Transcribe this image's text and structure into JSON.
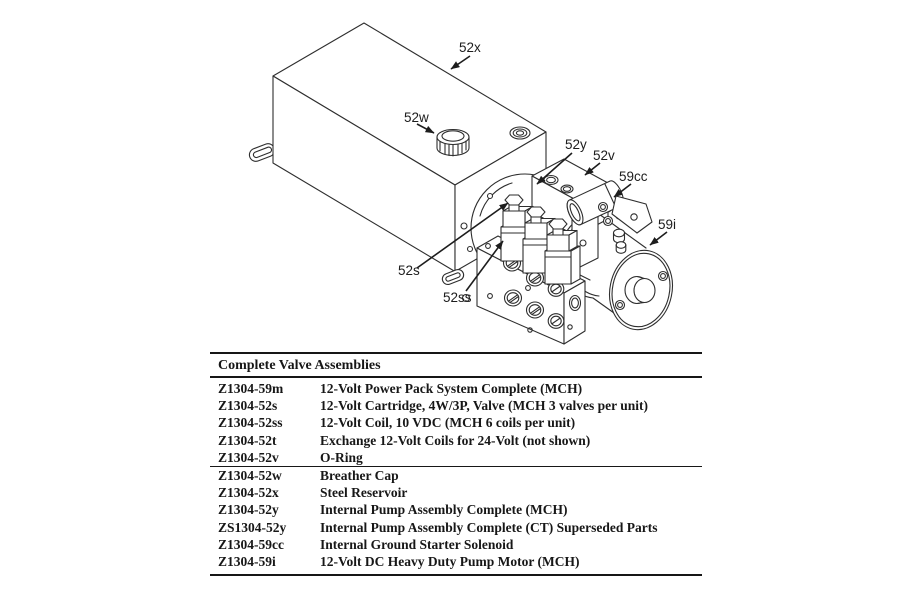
{
  "diagram": {
    "labels": {
      "l52x": "52x",
      "l52w": "52w",
      "l52y": "52y",
      "l52v": "52v",
      "l59cc": "59cc",
      "l59i": "59i",
      "l52s": "52s",
      "l52ss": "52ss"
    }
  },
  "table": {
    "header": "Complete Valve Assemblies",
    "rows": [
      {
        "part": "Z1304-59m",
        "desc": "12-Volt Power Pack System Complete (MCH)"
      },
      {
        "part": "Z1304-52s",
        "desc": "12-Volt Cartridge, 4W/3P, Valve (MCH 3 valves per unit)"
      },
      {
        "part": "Z1304-52ss",
        "desc": "12-Volt Coil, 10 VDC (MCH 6 coils per unit)"
      },
      {
        "part": "Z1304-52t",
        "desc": "Exchange 12-Volt Coils for 24-Volt (not shown)"
      },
      {
        "part": "Z1304-52v",
        "desc": "O-Ring"
      },
      {
        "part": "Z1304-52w",
        "desc": "Breather Cap"
      },
      {
        "part": "Z1304-52x",
        "desc": "Steel Reservoir"
      },
      {
        "part": "Z1304-52y",
        "desc": "Internal Pump Assembly Complete (MCH)"
      },
      {
        "part": "ZS1304-52y",
        "desc": "Internal Pump Assembly Complete (CT) Superseded Parts"
      },
      {
        "part": "Z1304-59cc",
        "desc": "Internal Ground Starter Solenoid"
      },
      {
        "part": "Z1304-59i",
        "desc": "12-Volt DC Heavy Duty Pump Motor (MCH)"
      }
    ]
  },
  "colors": {
    "ink": "#171717",
    "line": "#2e2e2e",
    "background": "#ffffff"
  }
}
